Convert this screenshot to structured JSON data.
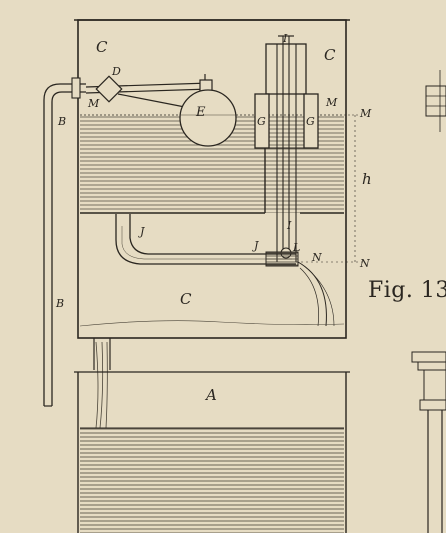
{
  "figure_label": "Fig. 13.",
  "labels": {
    "c_top_left": "C",
    "c_top_right": "C",
    "c_middle": "C",
    "d": "D",
    "m_left": "M",
    "m_right": "M",
    "m_outer": "M",
    "e": "E",
    "g_left": "G",
    "g_right": "G",
    "i_top": "I",
    "i_lower": "I",
    "b_upper": "B",
    "b_lower": "B",
    "h": "h",
    "j_upper": "J",
    "j_lower": "J",
    "l": "L",
    "n": "N",
    "n_outer": "N",
    "a": "A"
  },
  "colors": {
    "paper": "#e6dcc3",
    "ink": "#2a2620",
    "water_hatch": "#4a4438"
  }
}
